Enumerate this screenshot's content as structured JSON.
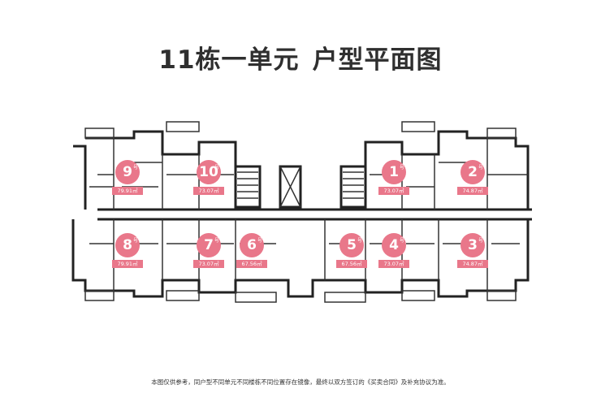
{
  "title": {
    "part1": "11栋一单元",
    "part2": "户型平面图"
  },
  "units": [
    {
      "num": "9",
      "suffix": "号",
      "area": "79.91㎡"
    },
    {
      "num": "10",
      "suffix": "号",
      "area": "73.07㎡"
    },
    {
      "num": "1",
      "suffix": "号",
      "area": "73.07㎡"
    },
    {
      "num": "2",
      "suffix": "号",
      "area": "74.87㎡"
    },
    {
      "num": "8",
      "suffix": "号",
      "area": "79.91㎡"
    },
    {
      "num": "7",
      "suffix": "号",
      "area": "73.07㎡"
    },
    {
      "num": "6",
      "suffix": "号",
      "area": "67.56㎡"
    },
    {
      "num": "5",
      "suffix": "号",
      "area": "67.56㎡"
    },
    {
      "num": "4",
      "suffix": "号",
      "area": "73.07㎡"
    },
    {
      "num": "3",
      "suffix": "号",
      "area": "74.87㎡"
    }
  ],
  "footnote": "本图仅供参考，同户型不同单元不同楼栋不同位置存在镜像，最终以双方签订的《买卖合同》及补充协议为准。",
  "colors": {
    "badge": "#e9778a",
    "wall": "#222222",
    "thin_line": "#555555"
  }
}
